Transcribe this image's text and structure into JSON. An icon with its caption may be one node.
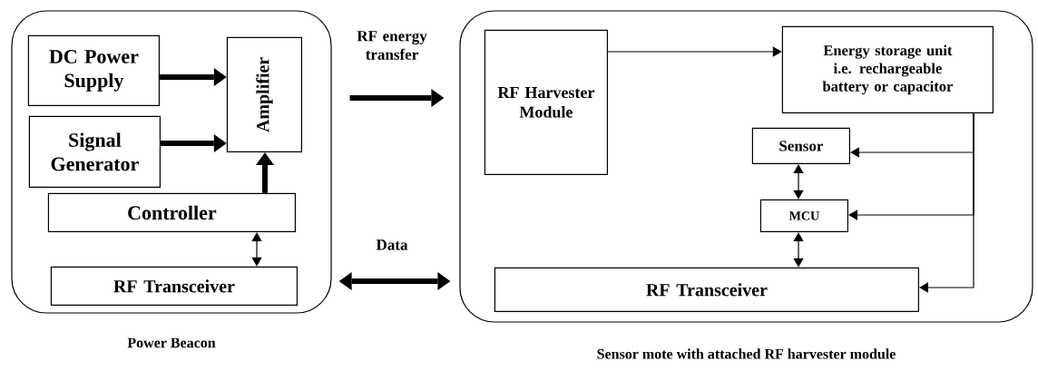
{
  "diagram": {
    "nodes": [
      {
        "text": [
          "Power Beacon"
        ]
      },
      {
        "text": [
          "DC Power Supply"
        ],
        "in": 0
      },
      {
        "text": [
          "Signal Generator"
        ],
        "in": 0
      },
      {
        "text": [
          "Amplifier"
        ],
        "in": 0
      },
      {
        "text": [
          "Controller"
        ],
        "in": 0
      },
      {
        "text": [
          "RF Transceiver"
        ],
        "in": 0
      },
      {
        "text": [
          "Sensor mote with attached RF harvester module"
        ]
      },
      {
        "text": [
          "RF Harvester Module"
        ],
        "in": 6
      },
      {
        "text": [
          "Energy storage unit i.e. rechargeable battery or capacitor"
        ],
        "in": 6
      },
      {
        "text": [
          "Sensor"
        ],
        "in": 6
      },
      {
        "text": [
          "MCU"
        ],
        "in": 6
      },
      {
        "text": [
          "RF Transceiver"
        ],
        "in": 6
      }
    ],
    "edges": [
      {
        "from": 1,
        "to": 3,
        "arrow": "to",
        "style": "thick"
      },
      {
        "from": 2,
        "to": 3,
        "arrow": "to",
        "style": "thick"
      },
      {
        "from": 4,
        "to": 3,
        "arrow": "to",
        "style": "thick"
      },
      {
        "from": 4,
        "to": 5,
        "arrow": "both"
      },
      {
        "from": 0,
        "to": 6,
        "arrow": "to",
        "style": "thick",
        "label": "RF energy transfer"
      },
      {
        "from": 0,
        "to": 6,
        "arrow": "both",
        "style": "thick",
        "label": "Data"
      },
      {
        "from": 7,
        "to": 8,
        "arrow": "to"
      },
      {
        "from": 8,
        "to": 9,
        "arrow": "to"
      },
      {
        "from": 8,
        "to": 10,
        "arrow": "to"
      },
      {
        "from": 8,
        "to": 11,
        "arrow": "to"
      },
      {
        "from": 9,
        "to": 10,
        "arrow": "both"
      },
      {
        "from": 10,
        "to": 11,
        "arrow": "both"
      }
    ]
  }
}
